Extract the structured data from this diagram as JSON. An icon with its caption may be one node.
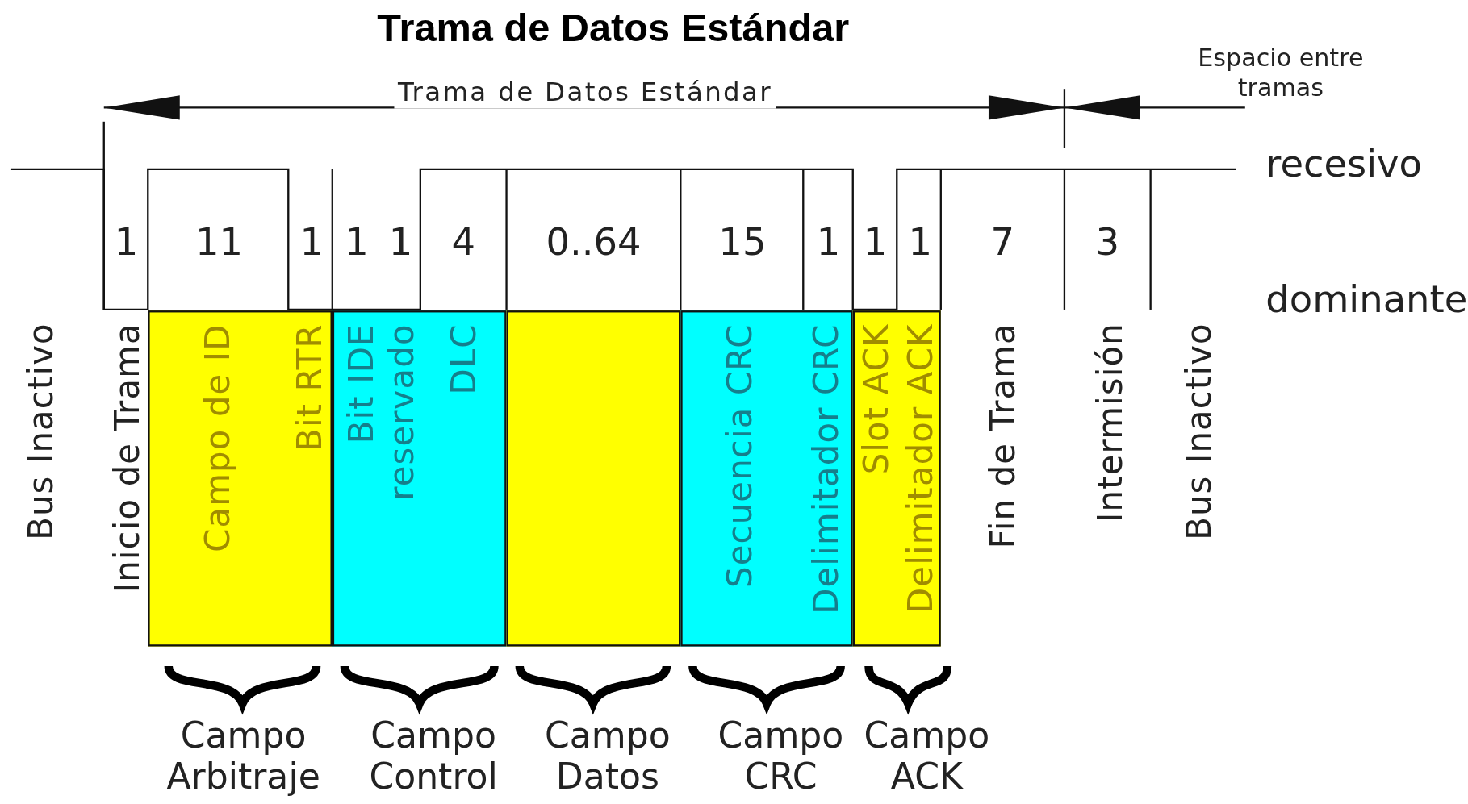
{
  "diagram": {
    "title": "Trama de Datos Estándar",
    "nodes": [
      {
        "text": [
          "Campo de ID",
          "Bit RTR"
        ],
        "beside": [
          "Campo Arbitraje"
        ]
      },
      {
        "text": [
          "Bit IDE",
          "reservado",
          "DLC"
        ],
        "beside": [
          "Campo Control"
        ]
      },
      {
        "text": [],
        "shape": "box",
        "beside": [
          "Campo Datos"
        ]
      },
      {
        "text": [
          "Secuencia CRC",
          "Delimitador CRC"
        ],
        "beside": [
          "Campo CRC"
        ]
      },
      {
        "text": [
          "Slot ACK",
          "Delimitador ACK"
        ],
        "beside": [
          "Campo ACK"
        ]
      }
    ],
    "labels": [
      "Trama de Datos Estándar",
      "Espacio entre tramas",
      "recesivo",
      "1",
      "11",
      "1",
      "1",
      "1",
      "4",
      "0..64",
      "15",
      "1",
      "1",
      "1",
      "7",
      "3",
      "dominante",
      "Bus Inactivo",
      "Inicio de Trama",
      "Fin de Trama",
      "Intermisión",
      "Bus Inactivo"
    ]
  }
}
